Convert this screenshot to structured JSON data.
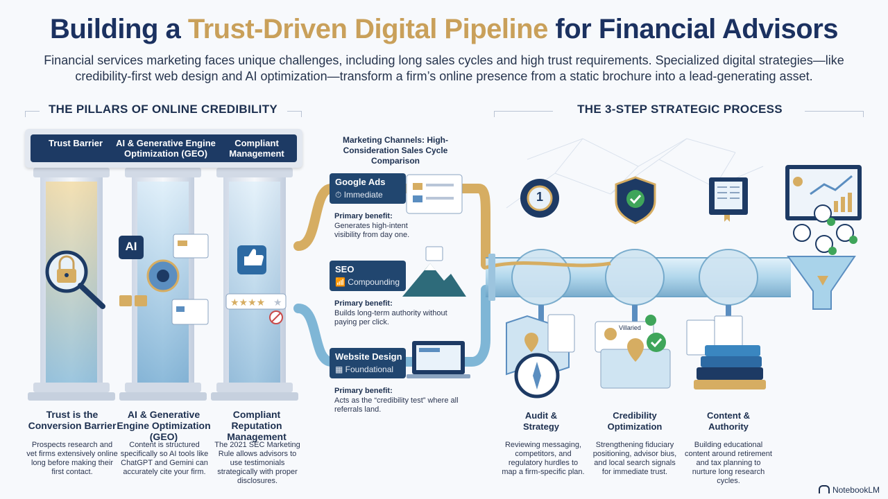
{
  "title": {
    "part1": "Building a ",
    "accent": "Trust-Driven Digital Pipeline",
    "part2": " for Financial Advisors"
  },
  "subtitle": "Financial services marketing faces unique challenges, including long sales cycles and high trust requirements. Specialized digital strategies—like credibility-first web design and AI optimization—transform a firm’s online presence from a static brochure into a lead-generating asset.",
  "pillars_section": {
    "heading": "THE PILLARS OF ONLINE CREDIBILITY",
    "top_labels": [
      "Trust Barrier",
      "AI & Generative Engine Optimization (GEO)",
      "Compliant Management"
    ],
    "ai_badge": "AI",
    "columns": [
      {
        "label": "Trust is the Conversion Barrier",
        "desc": "Prospects research and vet firms extensively online long before making their first contact."
      },
      {
        "label": "AI & Generative Engine Optimization (GEO)",
        "desc": "Content is structured specifically so AI tools like ChatGPT and Gemini can accurately cite your firm."
      },
      {
        "label": "Compliant Reputation Management",
        "desc": "The 2021 SEC Marketing Rule allows advisors to use testimonials strategically with proper disclosures."
      }
    ]
  },
  "channels": {
    "title": "Marketing Channels: High-Consideration Sales Cycle Comparison",
    "benefit_heading": "Primary benefit:",
    "items": [
      {
        "name": "Google Ads",
        "type": "Immediate",
        "benefit": "Generates high-intent visibility from day one."
      },
      {
        "name": "SEO",
        "type": "Compounding",
        "benefit": "Builds long-term authority without paying per click."
      },
      {
        "name": "Website Design",
        "type": "Foundational",
        "benefit": "Acts as the “credibility test” where all referrals land."
      }
    ]
  },
  "process_section": {
    "heading": "THE 3-STEP STRATEGIC PROCESS",
    "badge_number": "1",
    "card_text": "Villaried",
    "steps": [
      {
        "label": "Audit & Strategy",
        "desc": "Reviewing messaging, competitors, and regulatory hurdles to map a firm-specific plan."
      },
      {
        "label": "Credibility Optimization",
        "desc": "Strengthening fiduciary positioning, advisor bius, and local search signals for immediate trust."
      },
      {
        "label": "Content & Authority",
        "desc": "Building educational content around retirement and tax planning to nurture long research cycles."
      }
    ]
  },
  "branding": "NotebookLM",
  "colors": {
    "navy": "#1d3a64",
    "gold": "#c9a05a",
    "pipe_blue": "#7fb6d6",
    "pipe_gold": "#d6ad62"
  },
  "icons": [
    "lock-icon",
    "magnifier-icon",
    "ai-brain-icon",
    "thumbs-up-icon",
    "star-rating-icon",
    "stopwatch-icon",
    "growth-chart-icon",
    "calendar-icon",
    "gear-icon",
    "shield-check-icon",
    "book-icon",
    "map-icon",
    "compass-icon",
    "location-pin-icon",
    "funnel-icon",
    "dashboard-icon",
    "people-icon"
  ]
}
